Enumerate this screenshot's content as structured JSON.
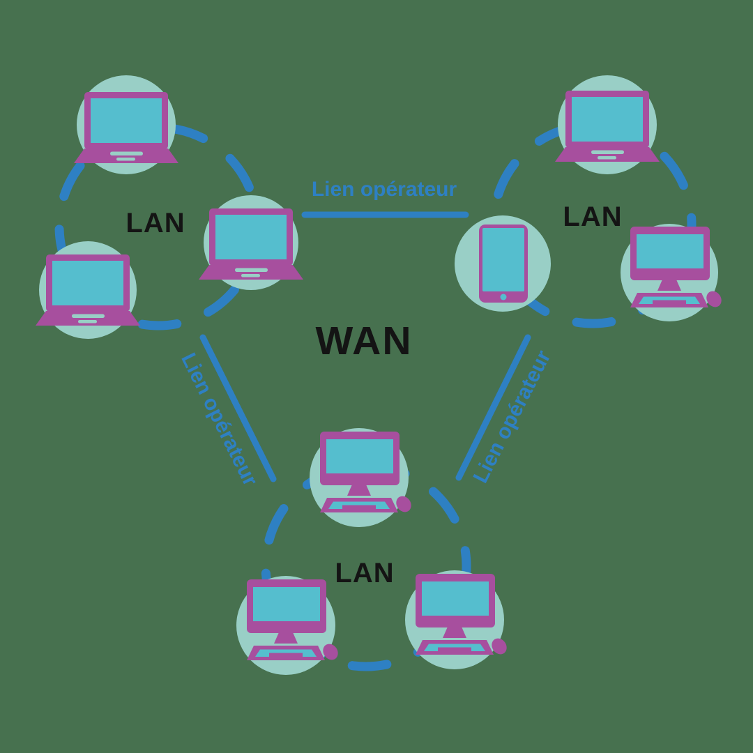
{
  "colors": {
    "background": "#47714F",
    "blue": "#2E80C3",
    "magenta": "#A74F9E",
    "teal": "#55BECE",
    "halo": "#99CFC6",
    "ink": "#141414"
  },
  "wan": {
    "label": "WAN"
  },
  "links": [
    {
      "position": "top",
      "label": "Lien opérateur"
    },
    {
      "position": "left",
      "label": "Lien opérateur"
    },
    {
      "position": "right",
      "label": "Lien opérateur"
    }
  ],
  "lans": [
    {
      "position": "top-left",
      "label": "LAN",
      "devices": [
        "laptop",
        "laptop",
        "laptop"
      ]
    },
    {
      "position": "top-right",
      "label": "LAN",
      "devices": [
        "laptop",
        "tablet",
        "desktop"
      ]
    },
    {
      "position": "bottom",
      "label": "LAN",
      "devices": [
        "desktop",
        "desktop",
        "desktop"
      ]
    }
  ]
}
